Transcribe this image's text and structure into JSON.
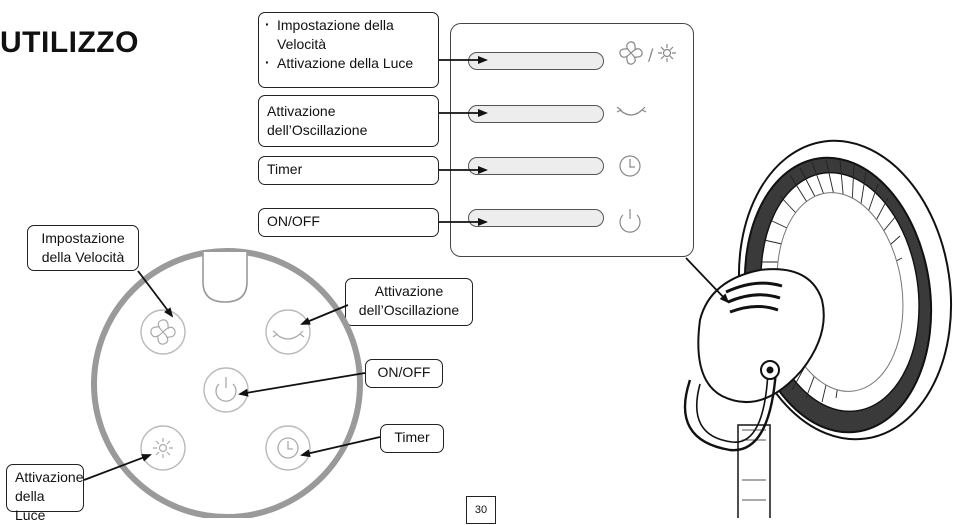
{
  "title": "UTILIZZO",
  "panel_callouts": {
    "speed_light": [
      "Impostazione della Velocità",
      "Attivazione della Luce"
    ],
    "oscillation": "Attivazione dell’Oscillazione",
    "timer": "Timer",
    "onoff": "ON/OFF"
  },
  "dial_callouts": {
    "speed": "Impostazione della Velocità",
    "oscillation": "Attivazione dell’Oscillazione",
    "onoff": "ON/OFF",
    "timer": "Timer",
    "light": "Attivazione della Luce"
  },
  "page_number": "30",
  "icons": [
    "fan-icon",
    "light-icon",
    "oscillation-icon",
    "timer-icon",
    "power-icon"
  ],
  "colors": {
    "line": "#222222",
    "slot_fill": "#ededed",
    "dial_ring": "#9a9a9a"
  }
}
